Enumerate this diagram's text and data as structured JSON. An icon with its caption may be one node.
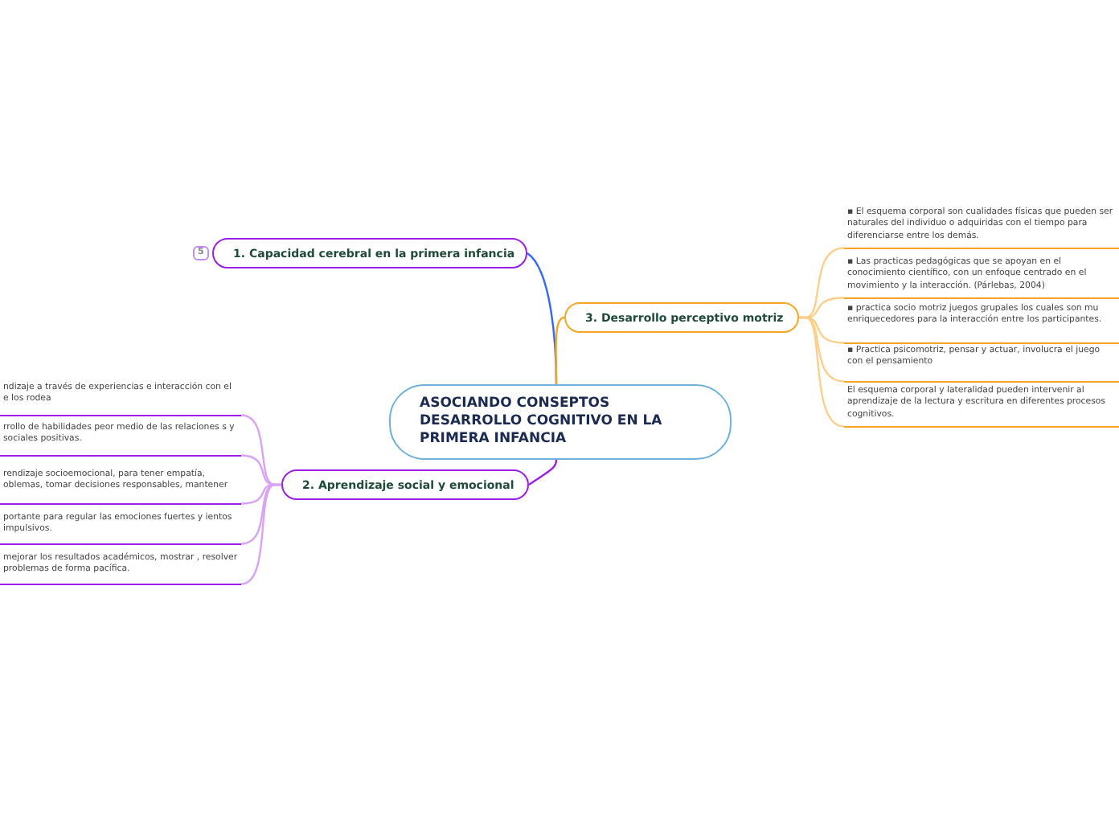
{
  "diagram": {
    "nodes": [
      {
        "text": [
          "ASOCIANDO CONSEPTOS DESARROLLO COGNITIVO EN LA PRIMERA INFANCIA"
        ]
      },
      {
        "text": [
          "1. Capacidad cerebral en la primera infancia"
        ],
        "beside": [
          "5"
        ]
      },
      {
        "text": [
          "2. Aprendizaje social y emocional"
        ]
      },
      {
        "text": [
          "ndizaje a través de experiencias e interacción con el e los rodea"
        ]
      },
      {
        "text": [
          "rrollo de habilidades peor medio de las relaciones s y sociales positivas."
        ]
      },
      {
        "text": [
          "rendizaje socioemocional, para tener empatía, oblemas, tomar decisiones responsables, mantener"
        ]
      },
      {
        "text": [
          "portante para regular las emociones fuertes y ientos impulsivos."
        ]
      },
      {
        "text": [
          "mejorar los resultados académicos, mostrar , resolver problemas de forma pacífica."
        ]
      },
      {
        "text": [
          "3. Desarrollo perceptivo motriz"
        ]
      },
      {
        "text": [
          "▪ El esquema corporal son cualidades físicas que pueden ser naturales del individuo o adquiridas con el tiempo para diferenciarse entre los demás."
        ]
      },
      {
        "text": [
          "▪ Las practicas pedagógicas que se apoyan en el conocimiento científico, con un enfoque centrado en el movimiento y la interacción. (Párlebas, 2004)"
        ]
      },
      {
        "text": [
          "▪ practica socio motriz juegos grupales los cuales son mu enriquecedores para la interacción entre los participantes."
        ]
      },
      {
        "text": [
          "▪ Practica psicomotriz, pensar y actuar, involucra el juego con el pensamiento"
        ]
      },
      {
        "text": [
          "El esquema corporal y lateralidad pueden intervenir al aprendizaje de la lectura y escritura en diferentes procesos cognitivos."
        ]
      }
    ],
    "edges": [
      {
        "from": 0,
        "to": 1,
        "arrow": "none",
        "color": "#3366ff"
      },
      {
        "from": 0,
        "to": 2,
        "arrow": "none",
        "color": "#9b1fe8"
      },
      {
        "from": 0,
        "to": 8,
        "arrow": "none",
        "color": "#f5a623"
      },
      {
        "from": 2,
        "to": 3,
        "arrow": "none",
        "color": "#d9a3f5"
      },
      {
        "from": 2,
        "to": 4,
        "arrow": "none",
        "color": "#d9a3f5"
      },
      {
        "from": 2,
        "to": 5,
        "arrow": "none",
        "color": "#d9a3f5"
      },
      {
        "from": 2,
        "to": 6,
        "arrow": "none",
        "color": "#d9a3f5"
      },
      {
        "from": 2,
        "to": 7,
        "arrow": "none",
        "color": "#d9a3f5"
      },
      {
        "from": 8,
        "to": 9,
        "arrow": "none",
        "color": "#fcd08a"
      },
      {
        "from": 8,
        "to": 10,
        "arrow": "none",
        "color": "#fcd08a"
      },
      {
        "from": 8,
        "to": 11,
        "arrow": "none",
        "color": "#fcd08a"
      },
      {
        "from": 8,
        "to": 12,
        "arrow": "none",
        "color": "#fcd08a"
      },
      {
        "from": 8,
        "to": 13,
        "arrow": "none",
        "color": "#fcd08a"
      }
    ]
  }
}
